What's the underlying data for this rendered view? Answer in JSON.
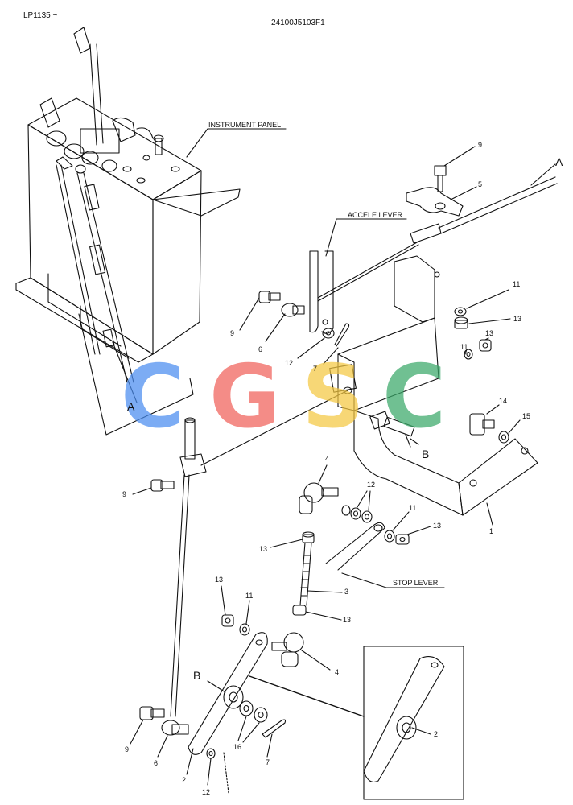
{
  "header": {
    "series_code": "LP1135 ~",
    "drawing_number": "24100J5103F1"
  },
  "callouts": {
    "instrument_panel": "INSTRUMENT PANEL",
    "accele_lever": "ACCELE LEVER",
    "stop_lever": "STOP LEVER"
  },
  "view_markers": {
    "a": "A",
    "b": "B"
  },
  "part_numbers": {
    "p1": "1",
    "p2": "2",
    "p3": "3",
    "p4": "4",
    "p5": "5",
    "p6": "6",
    "p7": "7",
    "p9": "9",
    "p11": "11",
    "p12": "12",
    "p13": "13",
    "p14": "14",
    "p15": "15",
    "p16": "16"
  },
  "watermark": {
    "letters": [
      "C",
      "G",
      "S",
      "C"
    ],
    "colors": [
      "#4a8df0",
      "#f0605a",
      "#f5c842",
      "#3aa869"
    ]
  }
}
